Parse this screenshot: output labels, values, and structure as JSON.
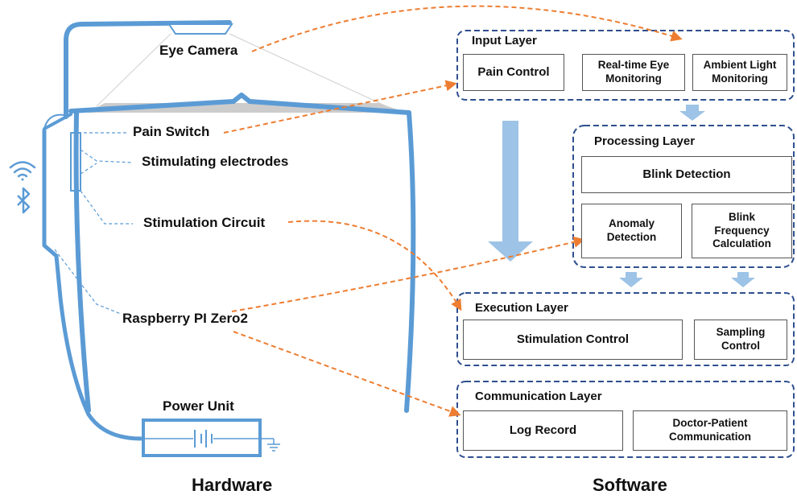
{
  "hardware": {
    "caption": "Hardware",
    "labels": {
      "eye_camera": "Eye Camera",
      "pain_switch": "Pain Switch",
      "stimulating_electrodes": "Stimulating electrodes",
      "stimulation_circuit": "Stimulation Circuit",
      "raspberry_pi": "Raspberry PI Zero2",
      "power_unit": "Power Unit"
    },
    "icons": [
      "wifi-icon",
      "bluetooth-icon",
      "battery-icon",
      "ground-icon"
    ]
  },
  "software": {
    "caption": "Software",
    "input_layer": {
      "title": "Input Layer",
      "boxes": [
        "Pain Control",
        "Real-time Eye Monitoring",
        "Ambient Light Monitoring"
      ]
    },
    "processing_layer": {
      "title": "Processing Layer",
      "boxes": [
        "Blink Detection",
        "Anomaly Detection",
        "Blink Frequency Calculation"
      ]
    },
    "execution_layer": {
      "title": "Execution Layer",
      "boxes": [
        "Stimulation Control",
        "Sampling Control"
      ]
    },
    "communication_layer": {
      "title": "Communication Layer",
      "boxes": [
        "Log Record",
        "Doctor-Patient Communication"
      ]
    }
  },
  "colors": {
    "frame_blue": "#5b9bd5",
    "layer_border": "#2f4f8f",
    "arrow_orange": "#ed7d31",
    "flow_arrow": "#9dc3e6"
  }
}
